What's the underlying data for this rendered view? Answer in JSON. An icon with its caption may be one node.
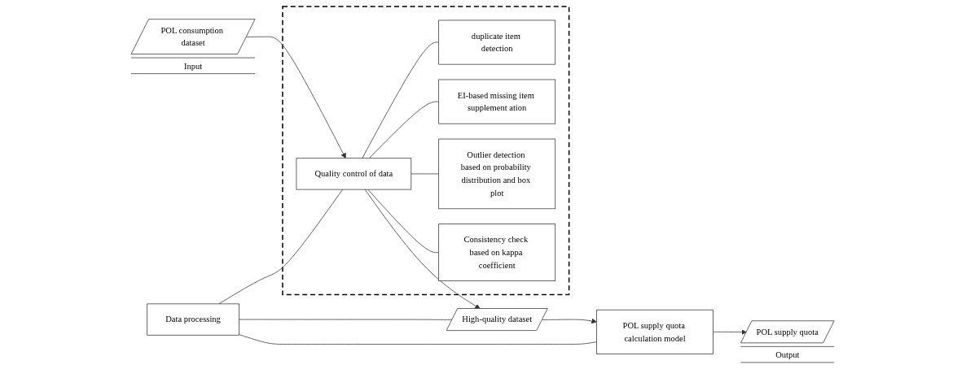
{
  "diagram": {
    "nodes": [
      {
        "text": [
          "POL consumption dataset"
        ],
        "beside": [
          "Input"
        ]
      },
      {
        "text": [],
        "shape": "box"
      },
      {
        "text": [
          "Data processing"
        ]
      },
      {
        "text": [
          "Quality control of data"
        ],
        "in": 1
      },
      {
        "text": [
          "High-quality dataset"
        ]
      },
      {
        "text": [
          "POL supply quota calculation model"
        ]
      },
      {
        "text": [
          "duplicate item detection"
        ],
        "in": 1
      },
      {
        "text": [
          "EI-based missing item supplement ation"
        ],
        "in": 1
      },
      {
        "text": [
          "Outlier detection based on probability distribution and box plot"
        ],
        "in": 1
      },
      {
        "text": [
          "Consistency check based on kappa coefficient"
        ],
        "in": 1
      },
      {
        "text": [
          "POL supply quota"
        ],
        "beside": [
          "Output"
        ]
      }
    ],
    "edges": [
      {
        "from": 0,
        "to": 3,
        "arrow": "to"
      },
      {
        "from": 3,
        "to": 4,
        "arrow": "to"
      },
      {
        "from": 4,
        "to": 5,
        "arrow": "to"
      },
      {
        "from": 5,
        "to": 10,
        "arrow": "to"
      },
      {
        "from": 2,
        "to": 3,
        "arrow": "none"
      },
      {
        "from": 2,
        "to": 4,
        "arrow": "none"
      },
      {
        "from": 2,
        "to": 5,
        "arrow": "none"
      },
      {
        "from": 3,
        "to": 6,
        "arrow": "none"
      },
      {
        "from": 3,
        "to": 7,
        "arrow": "none"
      },
      {
        "from": 3,
        "to": 8,
        "arrow": "none"
      },
      {
        "from": 3,
        "to": 9,
        "arrow": "none"
      }
    ]
  }
}
